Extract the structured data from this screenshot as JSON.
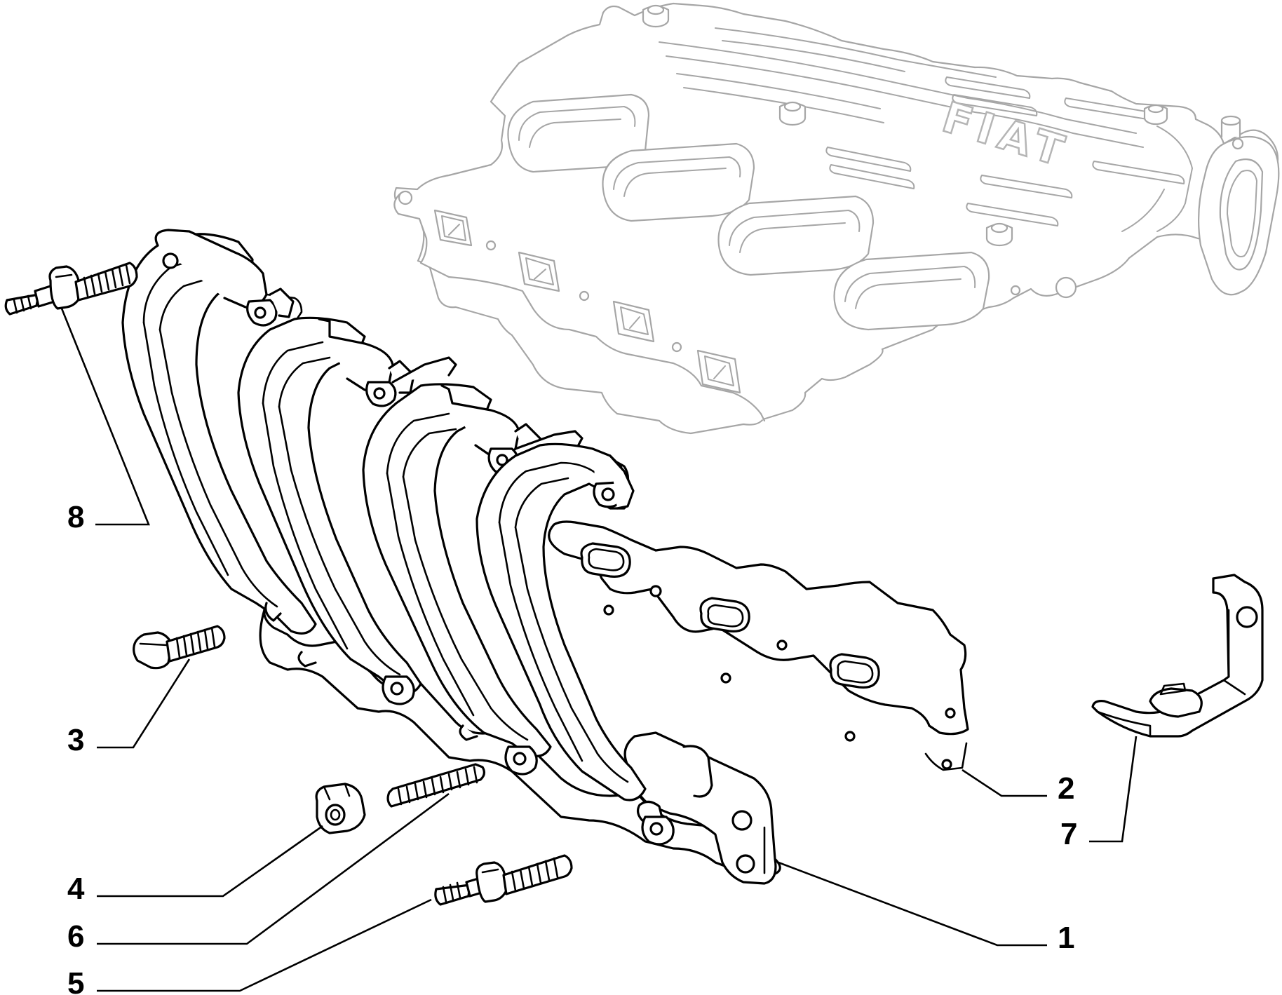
{
  "diagram": {
    "logo_text": "FIAT",
    "callouts": [
      {
        "id": "1",
        "label": "1"
      },
      {
        "id": "2",
        "label": "2"
      },
      {
        "id": "3",
        "label": "3"
      },
      {
        "id": "4",
        "label": "4"
      },
      {
        "id": "5",
        "label": "5"
      },
      {
        "id": "6",
        "label": "6"
      },
      {
        "id": "7",
        "label": "7"
      },
      {
        "id": "8",
        "label": "8"
      }
    ]
  }
}
